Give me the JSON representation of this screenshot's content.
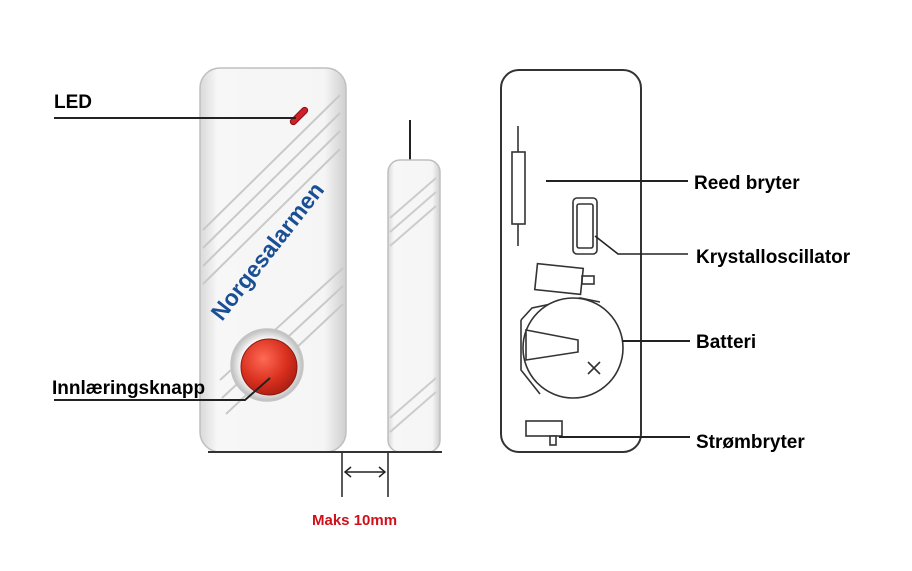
{
  "diagram": {
    "labels": {
      "led": "LED",
      "learn_button": "Innlæringsknapp",
      "reed_switch": "Reed bryter",
      "crystal": "Krystalloscillator",
      "battery": "Batteri",
      "power_switch": "Strømbryter",
      "max_gap": "Maks 10mm"
    },
    "brand": "Norgesalarmen"
  },
  "colors": {
    "led": "#d0202a",
    "button": "#d0302a",
    "brand": "#1a4f96",
    "dimension_text": "#d0101a"
  }
}
